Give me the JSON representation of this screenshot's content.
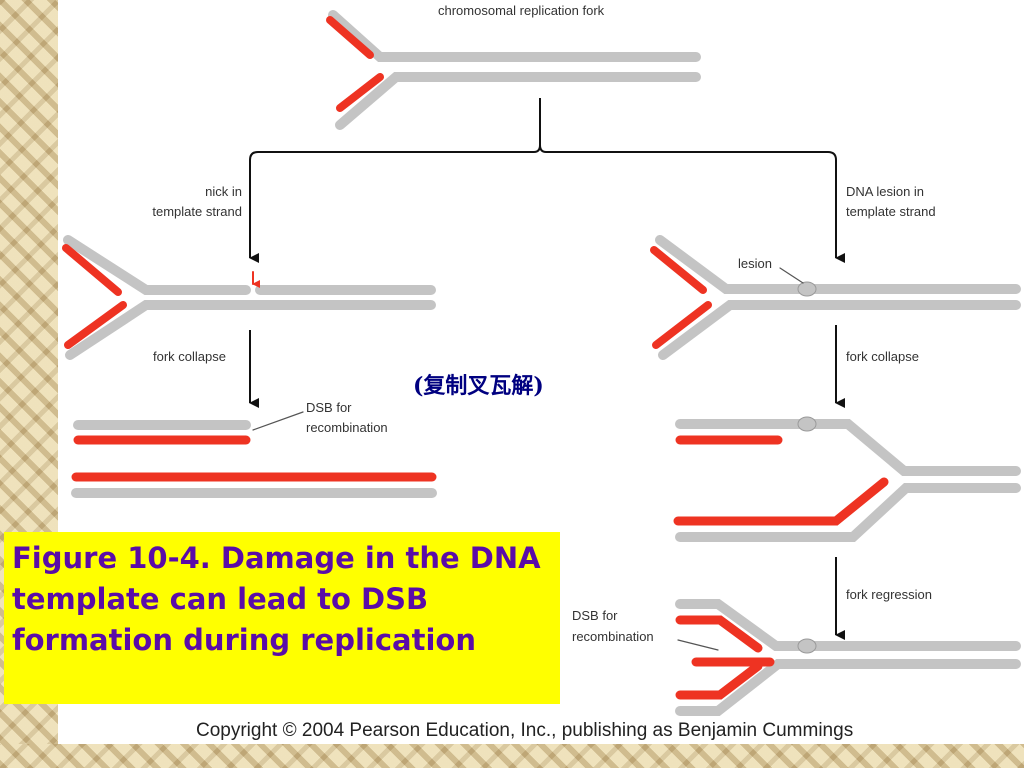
{
  "diagram": {
    "top_label": "chromosomal replication fork",
    "left_branch": {
      "condition_line1": "nick in",
      "condition_line2": "template strand",
      "step1": "fork collapse",
      "result_line1": "DSB for",
      "result_line2": "recombination"
    },
    "right_branch": {
      "condition_line1": "DNA lesion in",
      "condition_line2": "template strand",
      "lesion_label": "lesion",
      "step1": "fork collapse",
      "step2": "fork regression",
      "result_line1": "DSB for",
      "result_line2": "recombination"
    },
    "chinese_note": "(复制叉瓦解)"
  },
  "caption": {
    "text": "Figure 10-4. Damage in the DNA template can lead to DSB formation during replication"
  },
  "copyright": "Copyright © 2004 Pearson Education, Inc., publishing as Benjamin Cummings",
  "colors": {
    "strand_gray": "#c4c4c4",
    "strand_red": "#ee3322",
    "caption_bg": "#ffff00",
    "caption_text": "#5a0ca8",
    "chinese_text": "#000080"
  }
}
